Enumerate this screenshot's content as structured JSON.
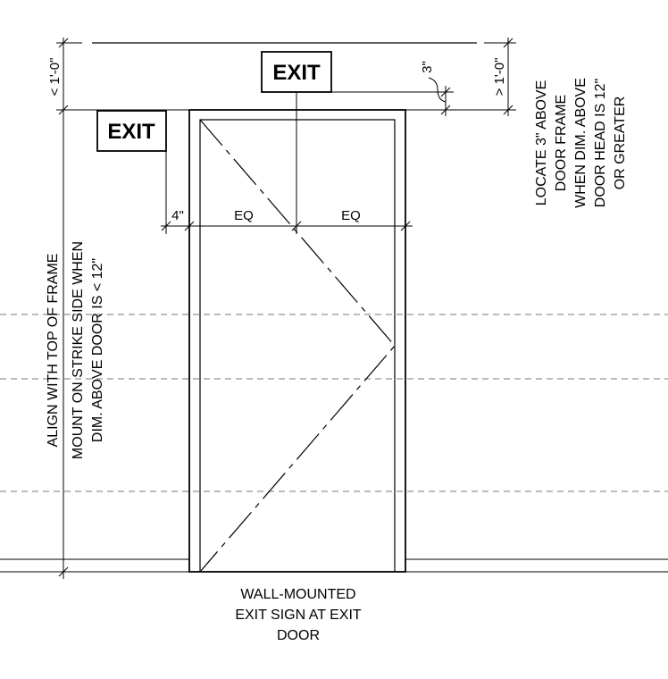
{
  "signs": {
    "upper": "EXIT",
    "side": "EXIT"
  },
  "dimensions": {
    "upper_left": "< 1'-0\"",
    "upper_right": "> 1'-0\"",
    "three_inch": "3\"",
    "four_inch": "4\"",
    "eq_left": "EQ",
    "eq_right": "EQ"
  },
  "notes": {
    "right": [
      "LOCATE 3\" ABOVE",
      "DOOR FRAME",
      "WHEN DIM. ABOVE",
      "DOOR HEAD IS 12\"",
      "OR GREATER"
    ],
    "left": [
      "ALIGN WITH TOP OF FRAME",
      "MOUNT ON STRIKE SIDE WHEN",
      "DIM. ABOVE DOOR IS < 12\""
    ]
  },
  "caption": [
    "WALL-MOUNTED",
    "EXIT SIGN AT EXIT",
    "DOOR"
  ]
}
